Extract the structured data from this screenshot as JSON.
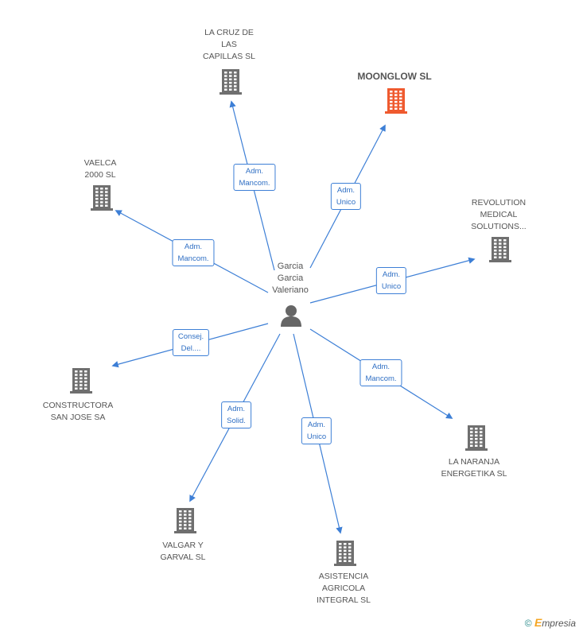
{
  "center": {
    "label_lines": [
      "Garcia",
      "Garcia",
      "Valeriano"
    ]
  },
  "companies": [
    {
      "id": "la-cruz",
      "lines": [
        "LA CRUZ DE",
        "LAS",
        "CAPILLAS SL"
      ],
      "role": [
        "Adm.",
        "Mancom."
      ],
      "highlight": false
    },
    {
      "id": "moonglow",
      "lines": [
        "MOONGLOW SL"
      ],
      "role": [
        "Adm.",
        "Unico"
      ],
      "highlight": true
    },
    {
      "id": "vaelca",
      "lines": [
        "VAELCA",
        "2000  SL"
      ],
      "role": [
        "Adm.",
        "Mancom."
      ],
      "highlight": false
    },
    {
      "id": "revolution",
      "lines": [
        "REVOLUTION",
        "MEDICAL",
        "SOLUTIONS..."
      ],
      "role": [
        "Adm.",
        "Unico"
      ],
      "highlight": false
    },
    {
      "id": "constructora",
      "lines": [
        "CONSTRUCTORA",
        "SAN JOSE SA"
      ],
      "role": [
        "Consej.",
        "Del...."
      ],
      "highlight": false
    },
    {
      "id": "la-naranja",
      "lines": [
        "LA NARANJA",
        "ENERGETIKA SL"
      ],
      "role": [
        "Adm.",
        "Mancom."
      ],
      "highlight": false
    },
    {
      "id": "valgar",
      "lines": [
        "VALGAR Y",
        "GARVAL SL"
      ],
      "role": [
        "Adm.",
        "Solid."
      ],
      "highlight": false
    },
    {
      "id": "asistencia",
      "lines": [
        "ASISTENCIA",
        "AGRICOLA",
        "INTEGRAL SL"
      ],
      "role": [
        "Adm.",
        "Unico"
      ],
      "highlight": false
    }
  ],
  "colors": {
    "edge": "#3d7fd6",
    "building": "#6f6f6f",
    "building_highlight": "#ef5a2f",
    "person": "#666666"
  },
  "footer": {
    "copyright": "©",
    "brand_first": "E",
    "brand_rest": "mpresia"
  }
}
